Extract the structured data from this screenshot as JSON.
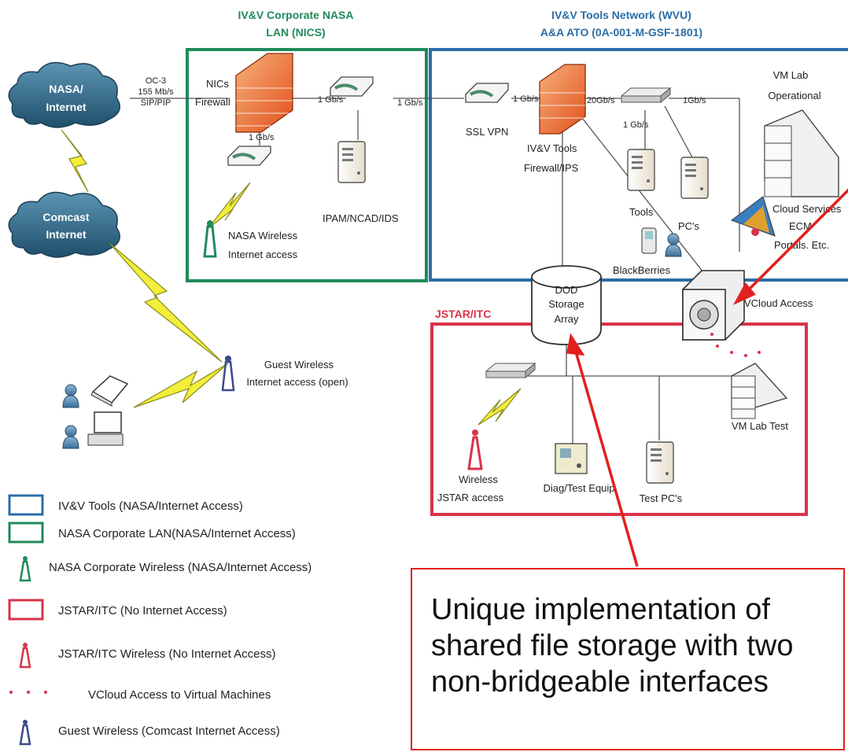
{
  "headers": {
    "nasa_lan_title": "IV&V Corporate NASA",
    "nasa_lan_subtitle": "LAN (NICS)",
    "tools_net_title": "IV&V Tools Network (WVU)",
    "tools_net_subtitle": "A&A ATO (0A-001-M-GSF-1801)",
    "jstar_title": "JSTAR/ITC"
  },
  "clouds": {
    "nasa_internet": [
      "NASA/",
      "Internet"
    ],
    "comcast_internet": [
      "Comcast",
      "Internet"
    ]
  },
  "link_labels": {
    "oc3": [
      "OC-3",
      "155 Mb/s",
      "SIP/PIP"
    ],
    "gb1_a": "1 Gb/s",
    "gb1_b": "1 Gb/s",
    "gb1_c": "1 Gb/s",
    "gb1_d": "1 Gb/s",
    "gb20": "20Gb/s",
    "gb1_e": "1Gb/s",
    "gb1_f": "1 Gb/s"
  },
  "nodes": {
    "nics_firewall": [
      "NICs",
      "Firewall"
    ],
    "ipam": "IPAM/NCAD/IDS",
    "nasa_wireless": [
      "NASA Wireless",
      "Internet access"
    ],
    "ssl_vpn": "SSL VPN",
    "tools_firewall": [
      "IV&V Tools",
      "Firewall/IPS"
    ],
    "tools": "Tools",
    "pcs": "PC's",
    "blackberries": "BlackBerries",
    "vm_lab_operational": [
      "VM Lab",
      "Operational"
    ],
    "cloud_services": [
      "Cloud Services",
      "ECM",
      "Portals. Etc."
    ],
    "dod_storage": [
      "DOD",
      "Storage",
      "Array"
    ],
    "vcloud_access": "VCloud Access",
    "guest_wireless": [
      "Guest Wireless",
      "Internet access (open)"
    ],
    "wireless_jstar": [
      "Wireless",
      "JSTAR access"
    ],
    "diag_test": "Diag/Test Equip",
    "test_pcs": "Test PC's",
    "vm_lab_test": "VM Lab Test"
  },
  "legend": [
    {
      "kind": "box",
      "color": "#2a6ea8",
      "label": "IV&V Tools (NASA/Internet Access)"
    },
    {
      "kind": "box",
      "color": "#1f8a5a",
      "label": "NASA Corporate LAN(NASA/Internet Access)"
    },
    {
      "kind": "antenna",
      "color": "#1f8a5a",
      "label": "NASA Corporate Wireless (NASA/Internet Access)"
    },
    {
      "kind": "box",
      "color": "#d8334a",
      "label": "JSTAR/ITC (No Internet Access)"
    },
    {
      "kind": "antenna",
      "color": "#d8334a",
      "label": "JSTAR/ITC Wireless (No Internet Access)"
    },
    {
      "kind": "dots",
      "color": "#d8334a",
      "label": "VCloud Access to Virtual Machines"
    },
    {
      "kind": "antenna",
      "color": "#3a4a8a",
      "label": "Guest Wireless (Comcast Internet Access)"
    }
  ],
  "callout": "Unique implementation of shared file storage with two non-bridgeable interfaces",
  "colors": {
    "tools_blue": "#2a6ea8",
    "nasa_green": "#1f8a5a",
    "jstar_red": "#d8334a",
    "arrow_red": "#e0211f",
    "cloud_blue": "#2d6a8a",
    "lightning_yellow": "#f2ee3a"
  }
}
